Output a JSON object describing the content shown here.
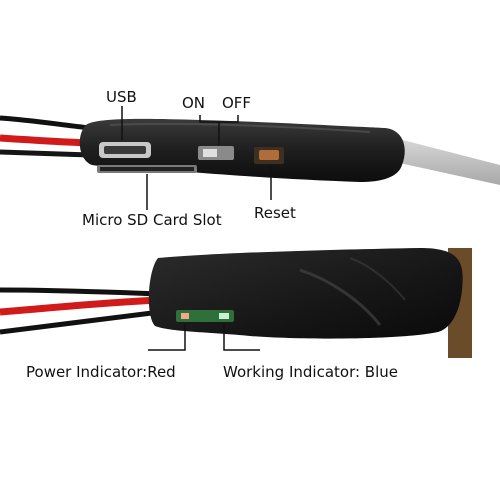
{
  "labels": {
    "usb": "USB",
    "on": "ON",
    "off": "OFF",
    "micro_sd": "Micro SD Card Slot",
    "reset": "Reset",
    "power_indicator": "Power Indicator:Red",
    "working_indicator": "Working Indicator: Blue"
  }
}
